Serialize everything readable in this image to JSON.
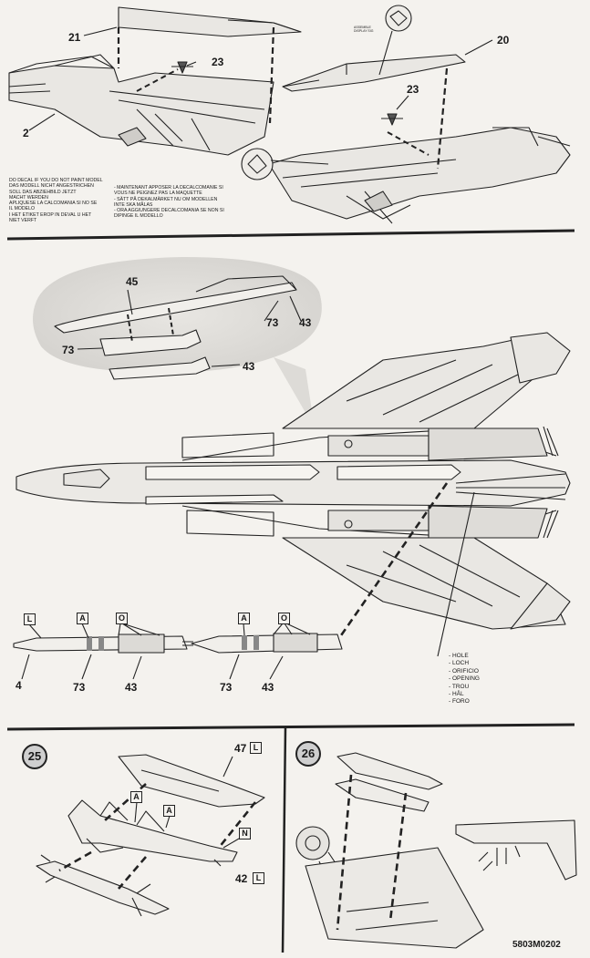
{
  "top_section": {
    "part_labels": {
      "p21": "21",
      "p23a": "23",
      "p2": "2",
      "p20": "20",
      "p23b": "23"
    },
    "decal_note_left": "DO DECAL IF YOU DO NOT PAINT MODEL\nDAS MODELL NICHT ANGESTRICHEN\nSOLL DAS ABZIEHBILD JETZT\nMACHT WERDEN\nAPLIQUESE LA CALCOMANIA SI NO SE\nIL MODELO\nI HET ETIKET EROP IN DEVAL U HET\nNIET VERFT",
    "decal_note_right": "- MAINTENANT APPOSER LA DECALCOMANIE SI\n  VOUS NE PEIGNEZ PAS LA MAQUETTE\n- SÄTT PÅ DEKALMÄRKET NU OM MODELLEN\n  INTE SKA MÅLAS\n- ORA AGGIUNGERE DECALCOMANIA SE NON SI\n  DIPINGE IL MODELLO",
    "inset_tiny_text": "ASSEMBLE\nDISPLAY SIG"
  },
  "middle_section": {
    "bubble_labels": {
      "p45": "45",
      "p73a": "73",
      "p43a": "43",
      "p73b": "73",
      "p43b": "43"
    },
    "strip_boxes": [
      "L",
      "A",
      "O",
      "A",
      "O"
    ],
    "strip_labels": {
      "p4": "4",
      "p73c": "73",
      "p43c": "43",
      "p73d": "73",
      "p43d": "43"
    },
    "hole_terms": [
      "HOLE",
      "LOCH",
      "ORIFICIO",
      "OPENING",
      "TROU",
      "HÅL",
      "FORO"
    ]
  },
  "step25": {
    "number": "25",
    "labels": {
      "p47": "47",
      "p42": "42"
    },
    "boxes": {
      "b47": "L",
      "bA1": "A",
      "bA2": "A",
      "bN": "N",
      "b42": "L"
    }
  },
  "step26": {
    "number": "26"
  },
  "footer": {
    "code": "5803M0202"
  }
}
